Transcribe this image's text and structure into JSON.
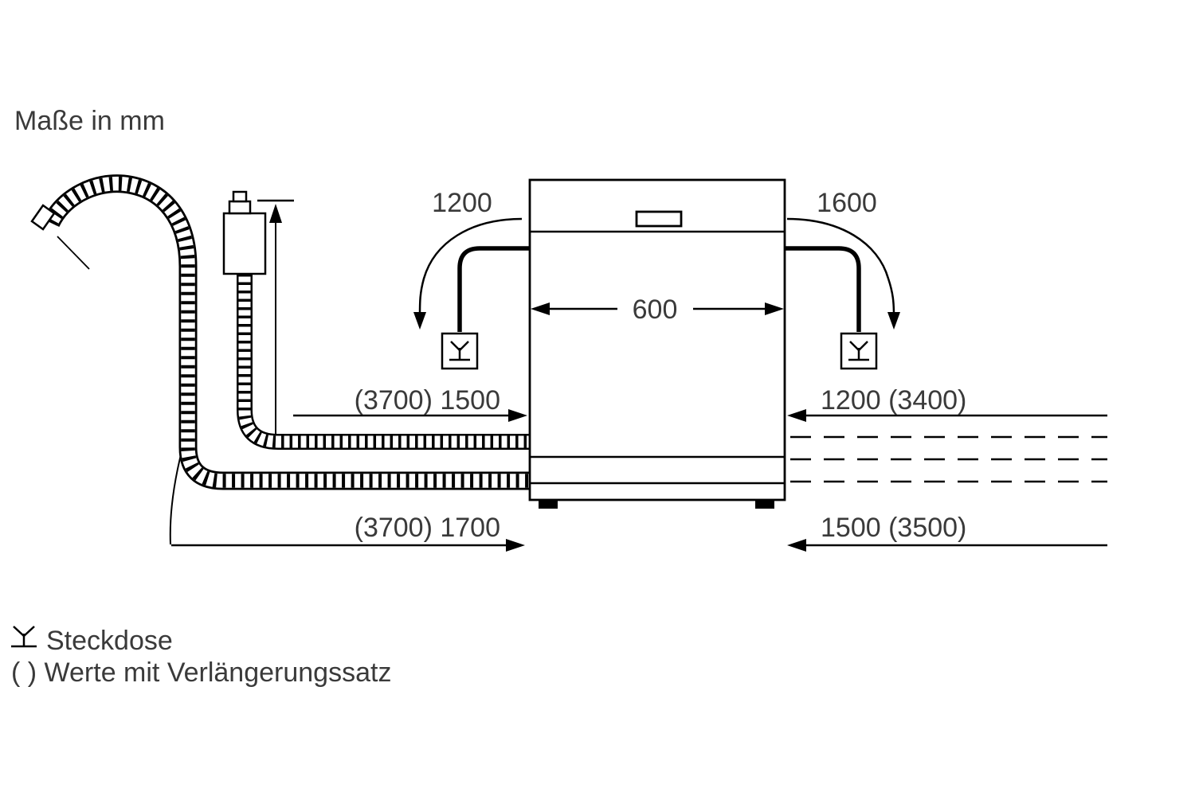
{
  "title": "Maße in mm",
  "dimensions": {
    "cord_left": "1200",
    "cord_right": "1600",
    "appliance_width": "600",
    "hose_upper_left": "(3700) 1500",
    "hose_upper_right": "1200 (3400)",
    "hose_lower_left": "(3700) 1700",
    "hose_lower_right": "1500 (3500)"
  },
  "legend": {
    "socket": "Steckdose",
    "extension": "( ) Werte mit Verlängerungssatz"
  },
  "colors": {
    "line": "#000000",
    "text": "#3a3a3a",
    "background": "#ffffff"
  }
}
